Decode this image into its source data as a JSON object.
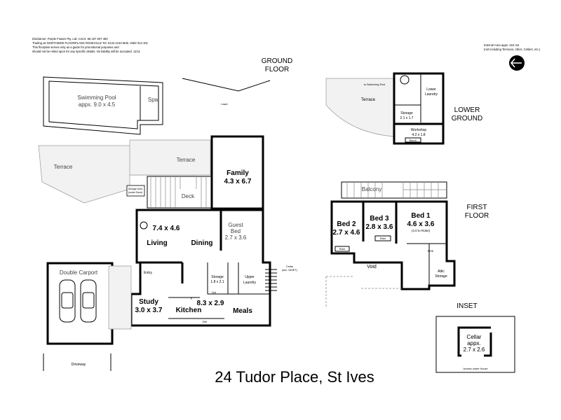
{
  "disclaimer": {
    "lines": [
      "Disclaimer: Purple Frasier Pty. Ltd. A.B.N. 68 157 607 450",
      "Trading as NORTHSIDE FLOORPLANS ROSEVILLE Tel. 0144 2143 Mob. 0482 013 101",
      "This floorplan serves only as a guide for promotional purposes and",
      "should not be relied upon for any specific details. No liability will be accepted. 11/11"
    ]
  },
  "area_note": {
    "lines": [
      "Internal Area appx: 224 m2",
      "(not including Terraces, Attics, Cellars, etc.)"
    ]
  },
  "north_arrow": {
    "icon": "north-arrow-icon"
  },
  "title": "24 Tudor Place, St Ives",
  "ground_floor": {
    "heading": [
      "GROUND",
      "FLOOR"
    ],
    "pool": [
      "Swimming Pool",
      "appx. 9.0 x 4.5"
    ],
    "spa": "Spa",
    "lawn": "Lawn",
    "terrace_left": "Terrace",
    "terrace_right": "Terrace",
    "deck": "Deck",
    "storage_area": [
      "Storage Area",
      "(under Deck)"
    ],
    "family": [
      "Family",
      "4.3 x 6.7"
    ],
    "living_dining_size": "7.4 x 4.6",
    "living": "Living",
    "dining": "Dining",
    "guest_bed": [
      "Guest",
      "Bed",
      "2.7 x 3.6"
    ],
    "entry": "Entry",
    "storage": [
      "Storage",
      "1.8 x 2.1"
    ],
    "upper_laundry": [
      "Upper",
      "Laundry"
    ],
    "study": [
      "Study",
      "3.0 x 3.7"
    ],
    "kitchen": "Kitchen",
    "meals_size": "8.3 x 2.9",
    "meals": "Meals",
    "carport": "Double Carport",
    "driveway": "Driveway",
    "cellar_ref": [
      "Cellar",
      "(acc. INSET)"
    ],
    "cpd": "Cpd",
    "fridge": "F",
    "dw": "DW"
  },
  "lower_ground": {
    "heading": [
      "LOWER",
      "GROUND"
    ],
    "to_pool": "to Swimming Pool",
    "terrace": "Terrace",
    "laundry": [
      "Lower",
      "Laundry"
    ],
    "storage": [
      "Storage",
      "2.1 x 1.7"
    ],
    "workshop": [
      "Workshop",
      "4.2 x 1.8"
    ],
    "bench": "Bench"
  },
  "first_floor": {
    "heading": [
      "FIRST",
      "FLOOR"
    ],
    "balcony": "Balcony",
    "bed2": [
      "Bed 2",
      "2.7 x 4.6"
    ],
    "bed3": [
      "Bed 3",
      "2.8 x 3.6"
    ],
    "bed1": [
      "Bed 1",
      "4.6 x 3.6",
      "(4.0 to Robe)"
    ],
    "robe": "Robe",
    "ens": "Ens",
    "void": "Void",
    "attic": [
      "Attic",
      "Storage"
    ]
  },
  "inset": {
    "heading": "INSET",
    "cellar": [
      "Cellar",
      "appx.",
      "2.7 x 2.6"
    ],
    "access": "Access under House"
  }
}
